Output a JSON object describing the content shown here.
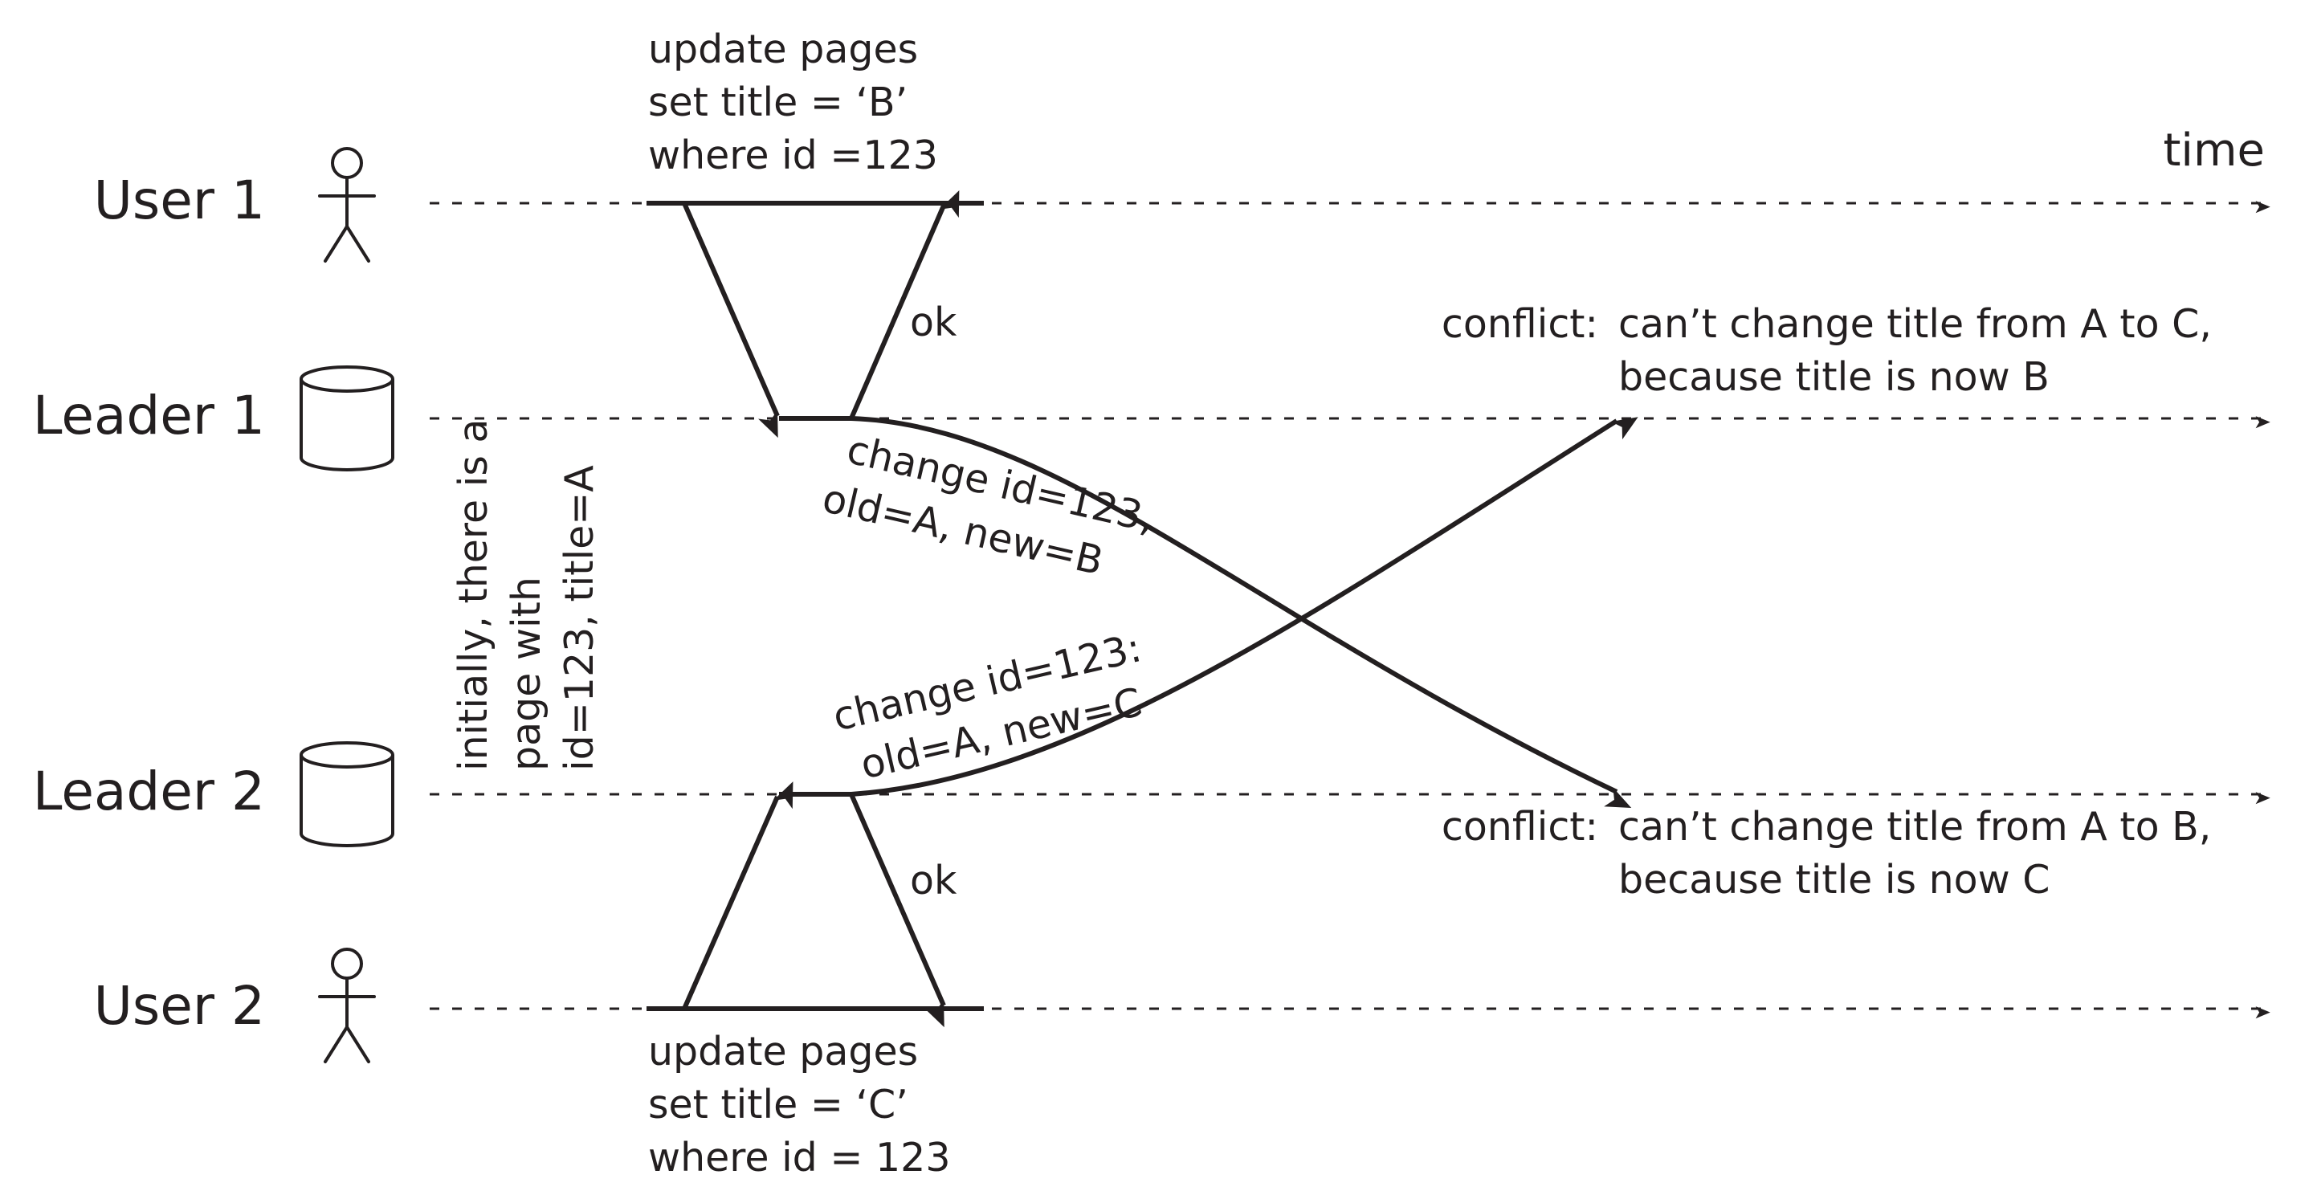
{
  "time_label": "time",
  "lanes": [
    {
      "label": "User 1",
      "icon": "stick-figure-icon"
    },
    {
      "label": "Leader 1",
      "icon": "database-cylinder-icon"
    },
    {
      "label": "Leader 2",
      "icon": "database-cylinder-icon"
    },
    {
      "label": "User 2",
      "icon": "stick-figure-icon"
    }
  ],
  "initial_state": [
    "initially, there is a",
    "page with",
    "id=123, title=A"
  ],
  "user1_request": [
    "update pages",
    "set title = ‘B’",
    "where id =123"
  ],
  "user2_request": [
    "update pages",
    "set title = ‘C’",
    "where id = 123"
  ],
  "ack_leader1": "ok",
  "ack_leader2": "ok",
  "replication_l1_to_l2": [
    "change id=123,",
    "old=A, new=B"
  ],
  "replication_l2_to_l1": [
    "change id=123:",
    "old=A, new=C"
  ],
  "conflict_leader1": {
    "prefix": "conflict:",
    "lines": [
      "can’t change title from A to C,",
      "because title is now B"
    ]
  },
  "conflict_leader2": {
    "prefix": "conflict:",
    "lines": [
      "can’t change title from A to B,",
      "because title is now C"
    ]
  }
}
